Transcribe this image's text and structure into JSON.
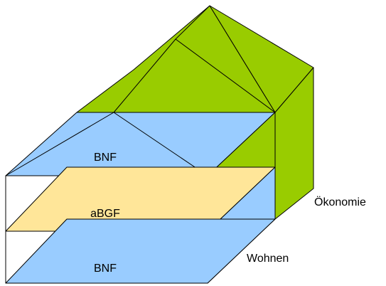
{
  "colors": {
    "green": "#99cc00",
    "blue": "#99ccff",
    "yellow": "#ffe699",
    "white": "#ffffff",
    "line": "#000000"
  },
  "labels": {
    "bnf_upper": "BNF",
    "abgf": "aBGF",
    "bnf_lower": "BNF",
    "oekonomie": "Ökonomie",
    "wohnen": "Wohnen"
  }
}
